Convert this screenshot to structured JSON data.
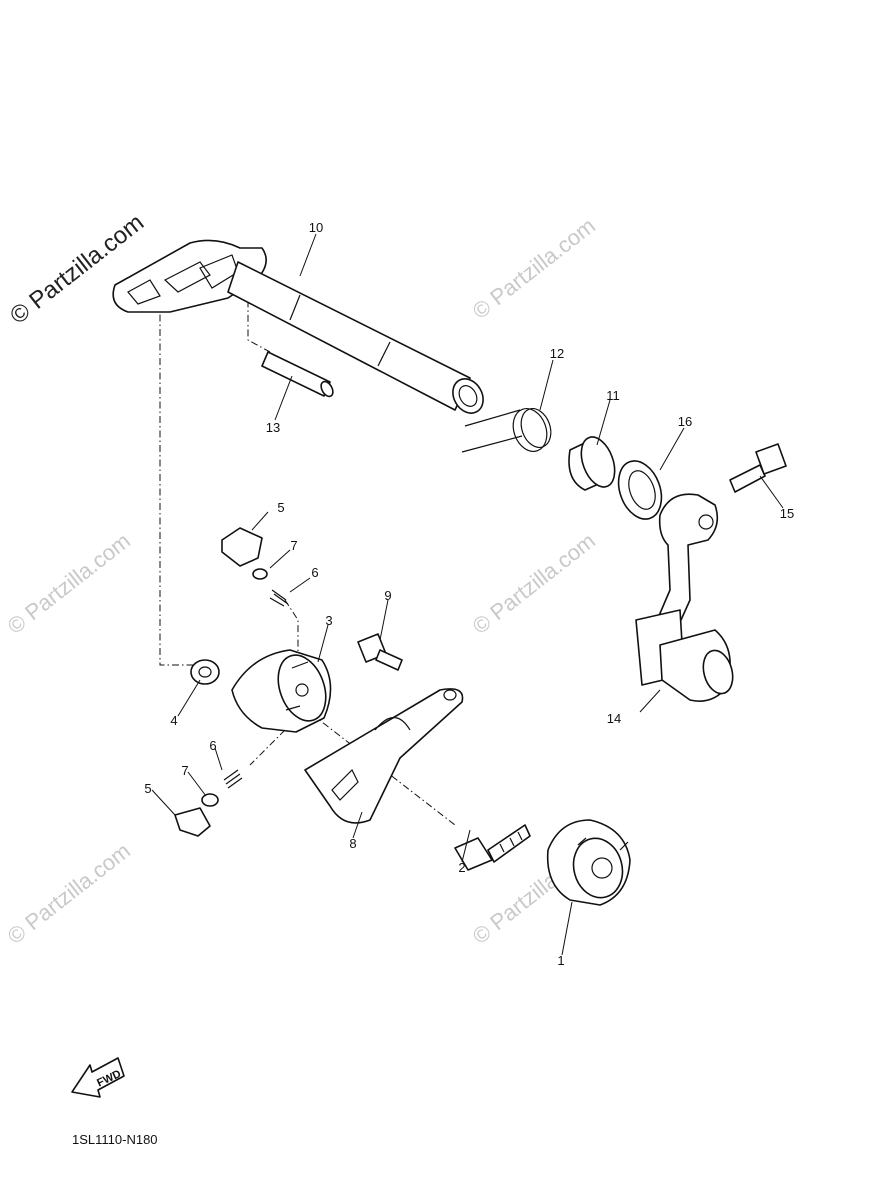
{
  "watermark": {
    "main": "© Partzilla.com",
    "faint": "© Partzilla.com"
  },
  "diagram_code": "1SL1110-N180",
  "fwd_label": "FWD",
  "callouts": {
    "c1": "1",
    "c2": "2",
    "c3": "3",
    "c4": "4",
    "c5a": "5",
    "c5b": "5",
    "c6a": "6",
    "c6b": "6",
    "c7a": "7",
    "c7b": "7",
    "c8": "8",
    "c9": "9",
    "c10": "10",
    "c11": "11",
    "c12": "12",
    "c13": "13",
    "c14": "14",
    "c15": "15",
    "c16": "16"
  }
}
